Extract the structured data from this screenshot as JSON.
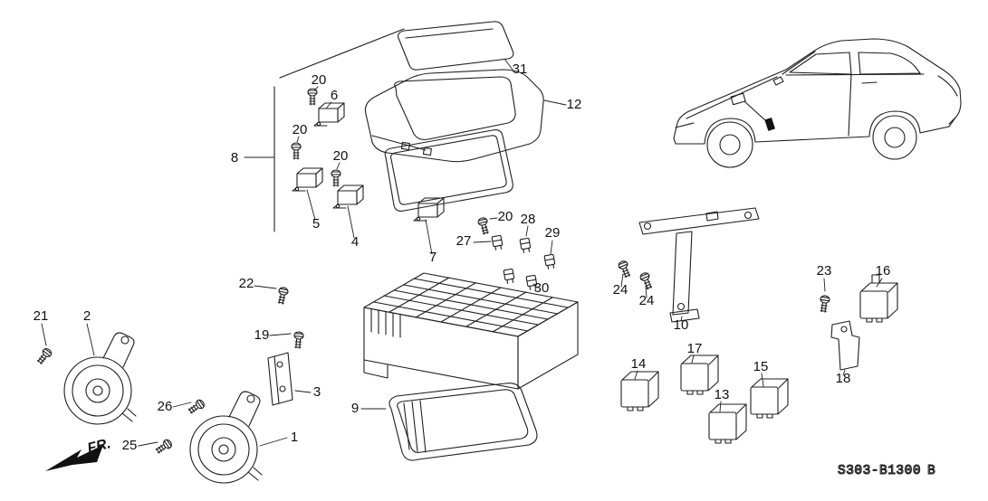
{
  "drawing": {
    "code": "S303-B1300",
    "code_suffix": "B",
    "direction_label": "FR."
  },
  "colors": {
    "background": "#ffffff",
    "line": "#1f1f1f"
  },
  "labels": [
    {
      "text": "20"
    },
    {
      "text": "6"
    },
    {
      "text": "20"
    },
    {
      "text": "8"
    },
    {
      "text": "20"
    },
    {
      "text": "31"
    },
    {
      "text": "12"
    },
    {
      "text": "5"
    },
    {
      "text": "4"
    },
    {
      "text": "7"
    },
    {
      "text": "20"
    },
    {
      "text": "27"
    },
    {
      "text": "28"
    },
    {
      "text": "29"
    },
    {
      "text": "30"
    },
    {
      "text": "22"
    },
    {
      "text": "19"
    },
    {
      "text": "3"
    },
    {
      "text": "9"
    },
    {
      "text": "2"
    },
    {
      "text": "21"
    },
    {
      "text": "26"
    },
    {
      "text": "25"
    },
    {
      "text": "1"
    },
    {
      "text": "10"
    },
    {
      "text": "24"
    },
    {
      "text": "24"
    },
    {
      "text": "23"
    },
    {
      "text": "16"
    },
    {
      "text": "18"
    },
    {
      "text": "17"
    },
    {
      "text": "14"
    },
    {
      "text": "15"
    },
    {
      "text": "13"
    }
  ]
}
